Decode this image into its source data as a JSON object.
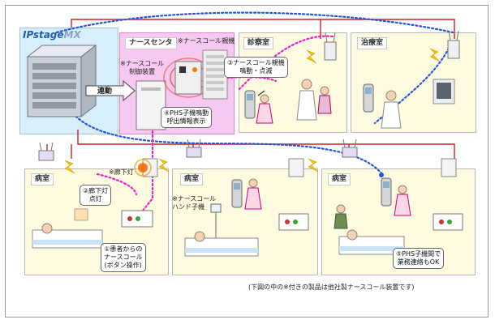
{
  "logo": {
    "brand": "IPstage",
    "suffix": "MX"
  },
  "rooms": {
    "nurse_station": "ナースセンタ",
    "exam_room": "診察室",
    "treatment_room": "治療室",
    "ward_left": "病室",
    "ward_middle": "病室",
    "ward_right": "病室"
  },
  "notes": {
    "nurse_call_master": "※ナースコール親機",
    "nurse_call_controller_line1": "※ナースコール",
    "nurse_call_controller_line2": "制御装置",
    "link": "連動",
    "corridor_light": "※廊下灯",
    "handset_line1": "※ナースコール",
    "handset_line2": "ハンド子機"
  },
  "callouts": {
    "c3_line1": "③ナースコール親機",
    "c3_line2": "鳴動・点滅",
    "c4_line1": "④PHS子機鳴動",
    "c4_line2": "呼出情報表示",
    "c2_line1": "②廊下灯",
    "c2_line2": "点灯",
    "c1_line1": "①患者からの",
    "c1_line2": "ナースコール",
    "c1_line3": "(ボタン操作)",
    "c5_line1": "⑤PHS子機間で",
    "c5_line2": "業務連絡もOK"
  },
  "footnote": "(下図の中の※付きの製品は他社製ナースコール装置です)",
  "colors": {
    "red_line": "#cc2222",
    "magenta_dots": "#ee22cc",
    "blue_dots": "#2255dd",
    "pink_area": "#f7c9f0",
    "blue_area": "#d8eefb",
    "room_fill": "#fffbe0"
  }
}
